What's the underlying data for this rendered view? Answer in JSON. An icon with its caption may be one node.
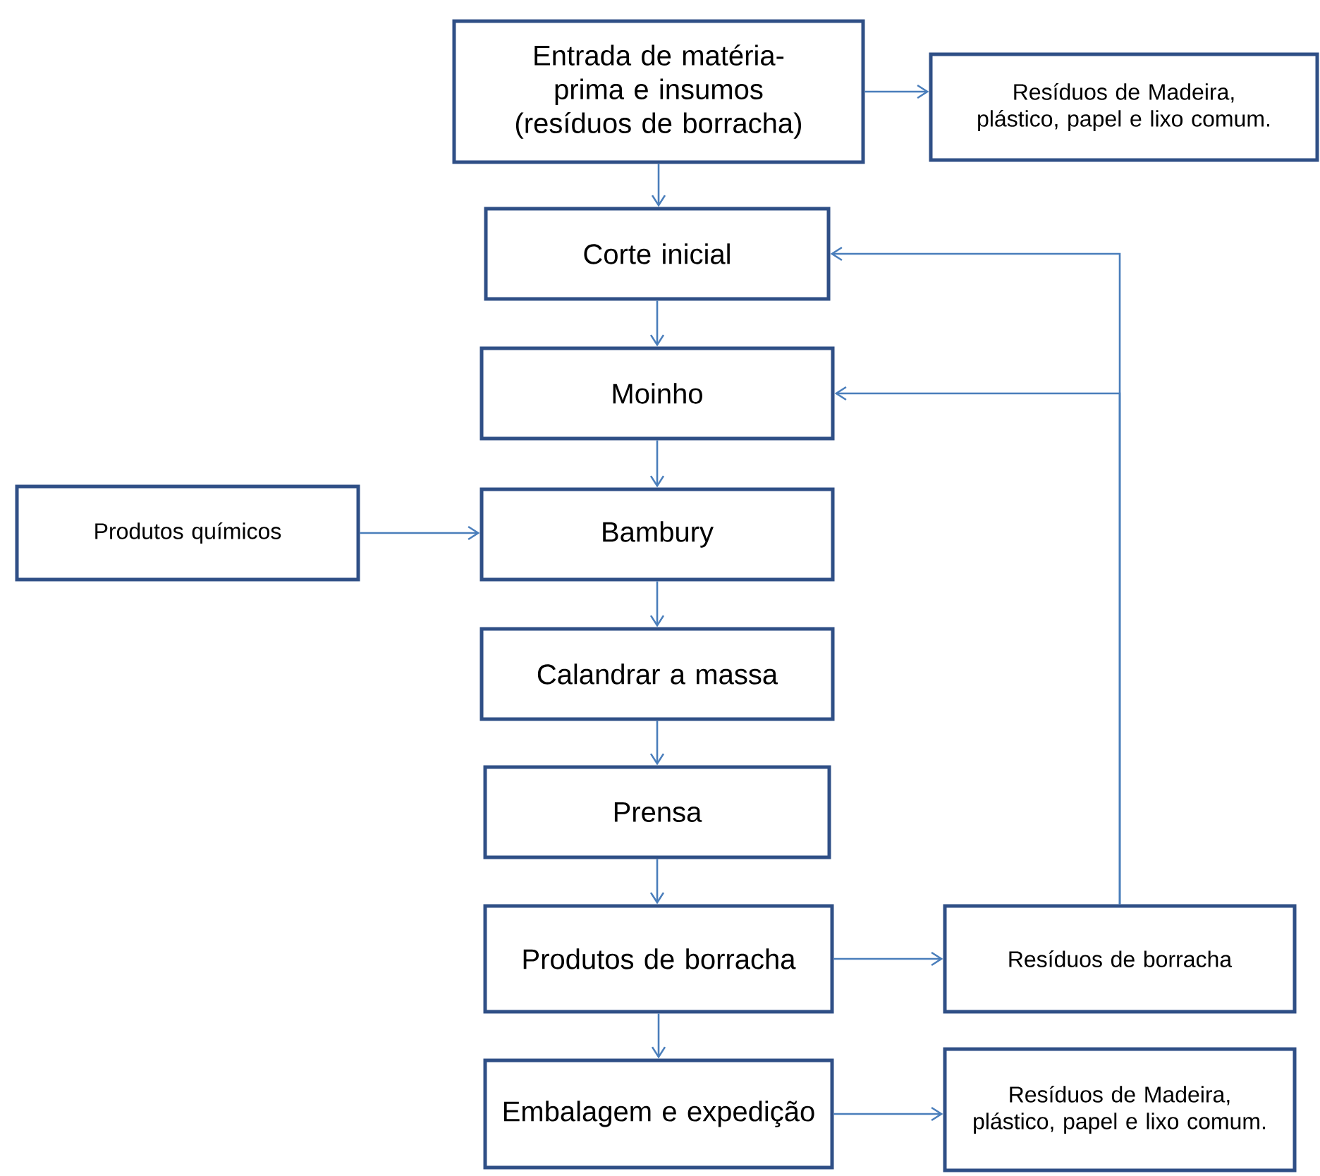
{
  "diagram": {
    "nodes": [
      {
        "text": [
          "Entrada de matéria-prima e insumos (resíduos de borracha)"
        ]
      },
      {
        "text": [
          "Resíduos de Madeira, plástico, papel e lixo comum."
        ]
      },
      {
        "text": [
          "Corte inicial"
        ]
      },
      {
        "text": [
          "Moinho"
        ]
      },
      {
        "text": [
          "Produtos químicos"
        ]
      },
      {
        "text": [
          "Bambury"
        ]
      },
      {
        "text": [
          "Calandrar a massa"
        ]
      },
      {
        "text": [
          "Prensa"
        ]
      },
      {
        "text": [
          "Produtos de borracha"
        ]
      },
      {
        "text": [
          "Resíduos de borracha"
        ]
      },
      {
        "text": [
          "Embalagem e expedição"
        ]
      },
      {
        "text": [
          "Resíduos de Madeira, plástico, papel e lixo comum."
        ]
      }
    ],
    "edges": [
      {
        "from": 0,
        "to": 1,
        "arrow": "to"
      },
      {
        "from": 0,
        "to": 2,
        "arrow": "to"
      },
      {
        "from": 2,
        "to": 3,
        "arrow": "to"
      },
      {
        "from": 3,
        "to": 5,
        "arrow": "to"
      },
      {
        "from": 4,
        "to": 5,
        "arrow": "to"
      },
      {
        "from": 5,
        "to": 6,
        "arrow": "to"
      },
      {
        "from": 6,
        "to": 7,
        "arrow": "to"
      },
      {
        "from": 7,
        "to": 8,
        "arrow": "to"
      },
      {
        "from": 8,
        "to": 9,
        "arrow": "to"
      },
      {
        "from": 8,
        "to": 10,
        "arrow": "to"
      },
      {
        "from": 10,
        "to": 11,
        "arrow": "to"
      },
      {
        "from": 9,
        "to": 2,
        "arrow": "to"
      },
      {
        "from": 9,
        "to": 3,
        "arrow": "to"
      }
    ]
  }
}
